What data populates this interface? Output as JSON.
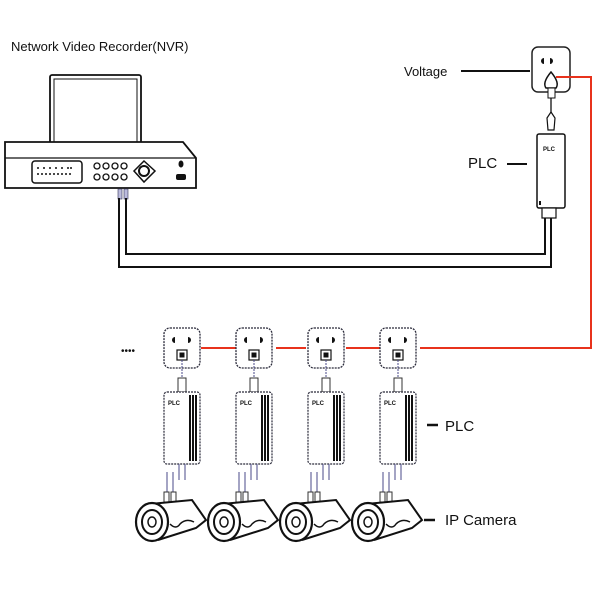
{
  "labels": {
    "nvr": "Network Video Recorder(NVR)",
    "voltage": "Voltage",
    "plc_top": "PLC",
    "plc_bottom": "PLC",
    "ip_camera": "IP Camera",
    "ellipsis": "••••",
    "plc_device_text": "PLC"
  },
  "colors": {
    "power_line": "#e8321c",
    "cable": "#111111",
    "outline": "#2a2a3a"
  },
  "nodes": [
    {
      "id": "nvr",
      "type": "network-video-recorder",
      "label_ref": "labels.nvr"
    },
    {
      "id": "outlet-main",
      "type": "power-outlet",
      "label_ref": "labels.voltage"
    },
    {
      "id": "plc-main",
      "type": "powerline-adapter",
      "label_ref": "labels.plc_top"
    },
    {
      "id": "outlet-1",
      "type": "power-outlet"
    },
    {
      "id": "outlet-2",
      "type": "power-outlet"
    },
    {
      "id": "outlet-3",
      "type": "power-outlet"
    },
    {
      "id": "outlet-4",
      "type": "power-outlet"
    },
    {
      "id": "plc-1",
      "type": "powerline-adapter"
    },
    {
      "id": "plc-2",
      "type": "powerline-adapter"
    },
    {
      "id": "plc-3",
      "type": "powerline-adapter"
    },
    {
      "id": "plc-4",
      "type": "powerline-adapter",
      "label_ref": "labels.plc_bottom"
    },
    {
      "id": "cam-1",
      "type": "ip-camera"
    },
    {
      "id": "cam-2",
      "type": "ip-camera"
    },
    {
      "id": "cam-3",
      "type": "ip-camera"
    },
    {
      "id": "cam-4",
      "type": "ip-camera",
      "label_ref": "labels.ip_camera"
    }
  ],
  "edges": [
    {
      "from": "nvr",
      "to": "plc-main",
      "kind": "ethernet"
    },
    {
      "from": "plc-main",
      "to": "outlet-main",
      "kind": "plug"
    },
    {
      "from": "outlet-main",
      "to": "outlet-4",
      "kind": "power-line"
    },
    {
      "from": "outlet-4",
      "to": "outlet-3",
      "kind": "power-line"
    },
    {
      "from": "outlet-3",
      "to": "outlet-2",
      "kind": "power-line"
    },
    {
      "from": "outlet-2",
      "to": "outlet-1",
      "kind": "power-line"
    },
    {
      "from": "outlet-1",
      "to": "plc-1",
      "kind": "plug"
    },
    {
      "from": "outlet-2",
      "to": "plc-2",
      "kind": "plug"
    },
    {
      "from": "outlet-3",
      "to": "plc-3",
      "kind": "plug"
    },
    {
      "from": "outlet-4",
      "to": "plc-4",
      "kind": "plug"
    },
    {
      "from": "plc-1",
      "to": "cam-1",
      "kind": "ethernet"
    },
    {
      "from": "plc-2",
      "to": "cam-2",
      "kind": "ethernet"
    },
    {
      "from": "plc-3",
      "to": "cam-3",
      "kind": "ethernet"
    },
    {
      "from": "plc-4",
      "to": "cam-4",
      "kind": "ethernet"
    }
  ]
}
